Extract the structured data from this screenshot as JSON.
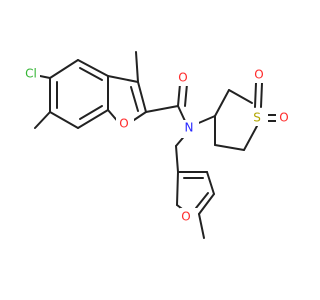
{
  "colors": {
    "carbon": "#222222",
    "oxygen": "#ff2a2a",
    "sulfur": "#b2a600",
    "chlorine": "#35b535",
    "background": "#ffffff"
  },
  "atoms": {
    "chlorine": {
      "symbol": "Cl",
      "element": "chlorine"
    },
    "furan_oxygen": {
      "symbol": "O",
      "element": "oxygen"
    },
    "carbonyl_oxygen": {
      "symbol": "O",
      "element": "oxygen"
    },
    "amide_nitrogen": {
      "symbol": "N",
      "element": "nitrogen"
    },
    "sulfonyl_sulfur": {
      "symbol": "S",
      "element": "sulfur"
    },
    "sulfonyl_oxygen_top": {
      "symbol": "O",
      "element": "oxygen"
    },
    "sulfonyl_oxygen_right": {
      "symbol": "O",
      "element": "oxygen"
    },
    "methylfuran_oxygen": {
      "symbol": "O",
      "element": "oxygen"
    }
  },
  "nitrogen_color": "#2828ff"
}
